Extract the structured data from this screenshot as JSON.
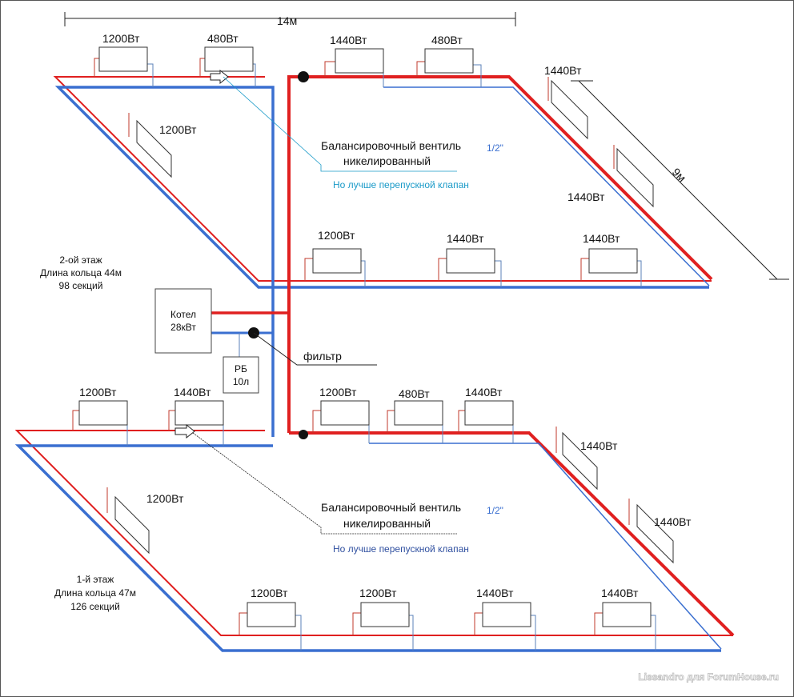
{
  "dimensions": {
    "length": "14м",
    "width": "9м"
  },
  "floor2": {
    "title": "2-ой этаж",
    "ring_length": "Длина кольца 44м",
    "sections": "98 секций",
    "radiators": [
      "1200Вт",
      "480Вт",
      "1440Вт",
      "480Вт",
      "1440Вт",
      "1440Вт",
      "1200Вт",
      "1200Вт",
      "1440Вт",
      "1440Вт"
    ],
    "valve_line1": "Балансировочный вентиль",
    "valve_line2": "никелированный",
    "valve_size": "1/2\"",
    "valve_alt": "Но лучше перепускной клапан"
  },
  "floor1": {
    "title": "1-й этаж",
    "ring_length": "Длина кольца 47м",
    "sections": "126 секций",
    "radiators": [
      "1200Вт",
      "1440Вт",
      "1200Вт",
      "480Вт",
      "1440Вт",
      "1440Вт",
      "1440Вт",
      "1200Вт",
      "1200Вт",
      "1200Вт",
      "1440Вт",
      "1440Вт"
    ],
    "valve_line1": "Балансировочный вентиль",
    "valve_line2": "никелированный",
    "valve_size": "1/2\"",
    "valve_alt": "Но лучше перепускной клапан"
  },
  "boiler": {
    "name": "Котел",
    "power": "28кВт"
  },
  "tank": {
    "name": "РБ",
    "volume": "10л"
  },
  "filter_label": "фильтр",
  "watermark": "Lissandro для ForumHouse.ru",
  "colors": {
    "supply": "#e02020",
    "return": "#3a6fd0",
    "note_cyan": "#1a9ac8",
    "note_blue": "#3050a0"
  }
}
